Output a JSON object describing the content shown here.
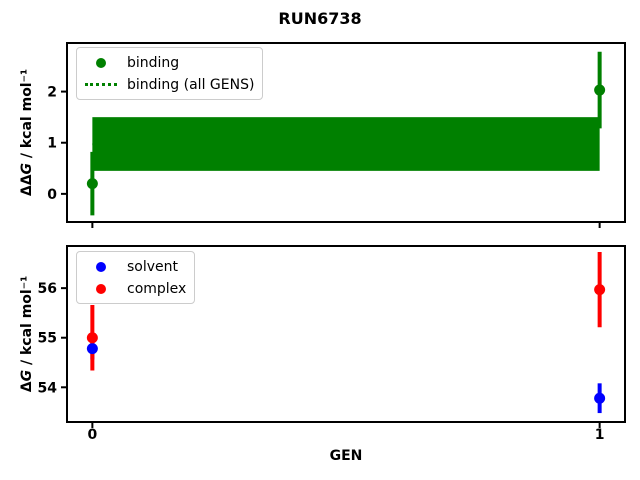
{
  "figure": {
    "title": "RUN6738",
    "xlabel": "GEN",
    "xticks": [
      0,
      1
    ],
    "xticklabels": [
      "0",
      "1"
    ]
  },
  "colors": {
    "binding": "#008000",
    "solvent": "#0000ff",
    "complex": "#ff0000",
    "axis": "#000000",
    "legend_border": "#cccccc"
  },
  "chart_data": [
    {
      "type": "scatter",
      "panel": "top",
      "ylabel": "ΔΔG / kcal mol⁻¹",
      "xlabel": "",
      "x": [
        0,
        1
      ],
      "xlim": [
        -0.05,
        1.05
      ],
      "ylim": [
        -0.55,
        2.95
      ],
      "yticks": [
        0,
        1,
        2
      ],
      "grid": false,
      "legend_position": "upper left",
      "series": [
        {
          "name": "binding",
          "color": "#008000",
          "marker": "circle",
          "y": [
            0.2,
            2.03
          ],
          "yerr": [
            0.62,
            0.75
          ]
        }
      ],
      "band": {
        "name": "binding (all GENS)",
        "color": "#008000",
        "linestyle": "dotted",
        "x": [
          0,
          1
        ],
        "mean": 0.97,
        "lo": 0.45,
        "hi": 1.5
      },
      "legend": [
        {
          "label": "binding",
          "swatch": "dot",
          "color": "#008000"
        },
        {
          "label": "binding (all GENS)",
          "swatch": "dotted-line",
          "color": "#008000"
        }
      ]
    },
    {
      "type": "scatter",
      "panel": "bottom",
      "ylabel": "ΔG / kcal mol⁻¹",
      "xlabel": "GEN",
      "x": [
        0,
        1
      ],
      "xlim": [
        -0.05,
        1.05
      ],
      "ylim": [
        53.3,
        56.85
      ],
      "yticks": [
        54,
        55,
        56
      ],
      "grid": false,
      "legend_position": "upper left",
      "series": [
        {
          "name": "solvent",
          "color": "#0000ff",
          "marker": "circle",
          "y": [
            54.78,
            53.78
          ],
          "yerr": [
            0.22,
            0.3
          ]
        },
        {
          "name": "complex",
          "color": "#ff0000",
          "marker": "circle",
          "y": [
            55.0,
            55.97
          ],
          "yerr": [
            0.66,
            0.76
          ]
        }
      ],
      "legend": [
        {
          "label": "solvent",
          "swatch": "dot",
          "color": "#0000ff"
        },
        {
          "label": "complex",
          "swatch": "dot",
          "color": "#ff0000"
        }
      ]
    }
  ]
}
